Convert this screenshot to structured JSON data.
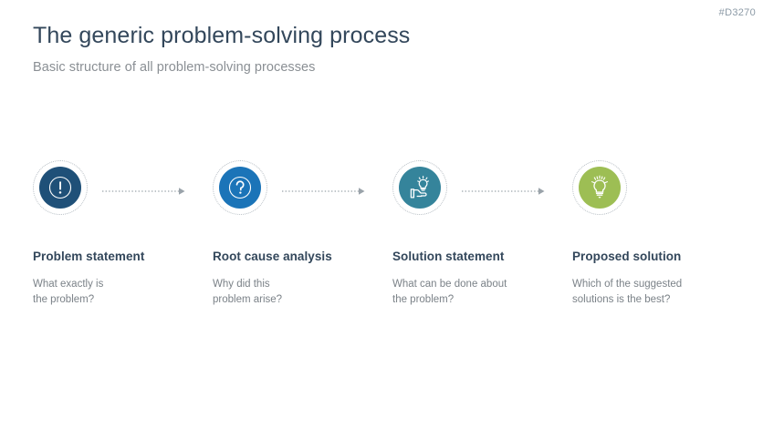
{
  "corner_code": "#D3270",
  "header": {
    "title": "The generic problem-solving process",
    "subtitle": "Basic structure of all problem-solving processes"
  },
  "colors": {
    "title_text": "#33475B",
    "subtitle_text": "#8A8F94",
    "body_text": "#7B8288",
    "corner_code": "#8C9AA6",
    "step_1": "#1F5078",
    "step_2": "#1B74B8",
    "step_3": "#35849B",
    "step_4": "#9DBE54",
    "connector": "#9AA3AA",
    "dotted_ring": "#B9C0C6"
  },
  "process": {
    "connector_count": 3,
    "connector_icon": "dotted-arrow-right-icon",
    "steps": [
      {
        "icon": "exclamation-mark-circle-icon",
        "color": "#1F5078",
        "title": "Problem statement",
        "description": "What exactly is\nthe problem?"
      },
      {
        "icon": "question-mark-circle-icon",
        "color": "#1B74B8",
        "title": "Root cause analysis",
        "description": "Why did this\nproblem arise?"
      },
      {
        "icon": "hand-holding-lightbulb-icon",
        "color": "#35849B",
        "title": "Solution statement",
        "description": "What can be done about\nthe problem?"
      },
      {
        "icon": "lightbulb-icon",
        "color": "#9DBE54",
        "title": "Proposed solution",
        "description": "Which of the suggested\nsolutions is the best?"
      }
    ]
  }
}
